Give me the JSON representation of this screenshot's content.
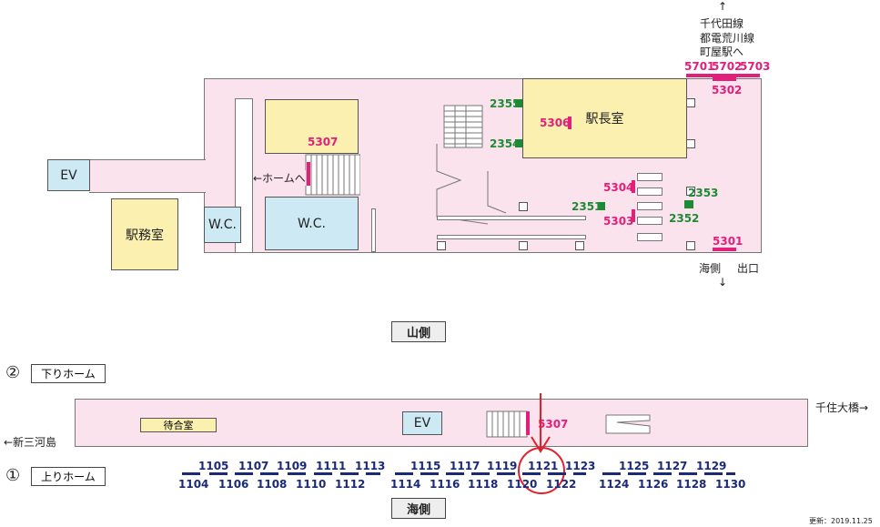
{
  "concourse": {
    "ev": "EV",
    "station_office": "駅務室",
    "wc_small": "W.C.",
    "wc_large": "W.C.",
    "station_master": "駅長室",
    "to_platform": "←ホームへ",
    "connection_lines": [
      "千代田線",
      "都電荒川線",
      "町屋駅へ"
    ],
    "exit_side": "海側",
    "exit": "出口",
    "pink_numbers": [
      "5307",
      "5306",
      "5304",
      "5303",
      "5301",
      "5302",
      "5701",
      "5702",
      "5703"
    ],
    "green_numbers": [
      "2355",
      "2354",
      "2351",
      "2353",
      "2352"
    ]
  },
  "side_top": "山側",
  "platform2": {
    "num": "②",
    "label": "下りホーム"
  },
  "platform1": {
    "num": "①",
    "label": "上りホーム"
  },
  "platform": {
    "waiting_room": "待合室",
    "ev": "EV",
    "stair_number": "5307",
    "left_direction": "←新三河島",
    "right_direction": "千住大橋→"
  },
  "doors_top": [
    "1105",
    "1107",
    "1109",
    "1111",
    "1113",
    "1115",
    "1117",
    "1119",
    "1121",
    "1123",
    "1125",
    "1127",
    "1129"
  ],
  "doors_bottom": [
    "1104",
    "1106",
    "1108",
    "1110",
    "1112",
    "1114",
    "1116",
    "1118",
    "1120",
    "1122",
    "1124",
    "1126",
    "1128",
    "1130"
  ],
  "side_bottom": "海側",
  "updated": "更新：2019.11.25",
  "colors": {
    "highlight": "#e0202a",
    "pink_code": "#e0207a",
    "green_code": "#1d8a34",
    "navy": "#1a2a78"
  }
}
